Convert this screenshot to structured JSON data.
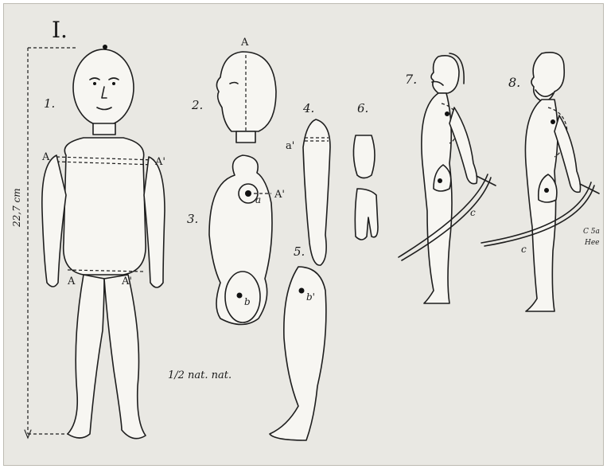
{
  "plate": {
    "number": "I.",
    "scale_note": "1/2 nat. nat."
  },
  "figures": [
    {
      "number": "1.",
      "description": "Full doll figure front view"
    },
    {
      "number": "2.",
      "description": "Head profile with neck peg"
    },
    {
      "number": "3.",
      "description": "Torso with joint sockets"
    },
    {
      "number": "4.",
      "description": "Arm piece"
    },
    {
      "number": "5.",
      "description": "Leg piece"
    },
    {
      "number": "6.",
      "description": "Forearm and hand"
    },
    {
      "number": "7.",
      "description": "Soldier figure with sabre"
    },
    {
      "number": "8.",
      "description": "Bearded soldier figure with sabre"
    }
  ],
  "letters": {
    "A": "A",
    "A_prime": "A'",
    "a": "a",
    "a_prime": "a'",
    "b": "b",
    "b_prime": "b'",
    "c": "c"
  },
  "measurement": "22,7 cm",
  "corner_note": [
    "C 5a",
    "Hee"
  ]
}
